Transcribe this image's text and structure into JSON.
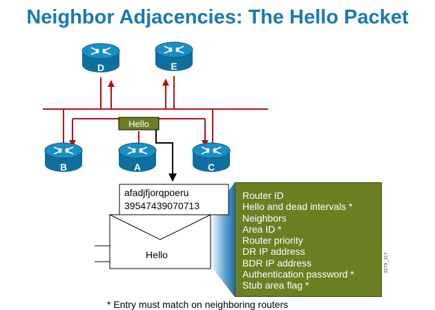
{
  "title": "Neighbor Adjacencies: The Hello Packet",
  "routers": [
    {
      "id": "D",
      "label": "D"
    },
    {
      "id": "E",
      "label": "E"
    },
    {
      "id": "B",
      "label": "B"
    },
    {
      "id": "A",
      "label": "A"
    },
    {
      "id": "C",
      "label": "C"
    }
  ],
  "hello_tag": "Hello",
  "packet": {
    "header_line1": "afadjfjorqpoeru",
    "header_line2": "39547439070713",
    "envelope_label": "Hello"
  },
  "hello_fields": [
    "Router ID",
    "Hello and dead intervals *",
    "Neighbors",
    "Area ID *",
    "Router priority",
    "DR IP address",
    "BDR IP address",
    "Authentication password *",
    "Stub area flag *"
  ],
  "footnote": "* Entry must match on neighboring routers",
  "code_label": "3279_117",
  "colors": {
    "title": "#1878b8",
    "router": "#1a8fc4",
    "link": "#b01010",
    "hello_tag": "#6b7f23",
    "fields_box": "#6b7f23"
  }
}
